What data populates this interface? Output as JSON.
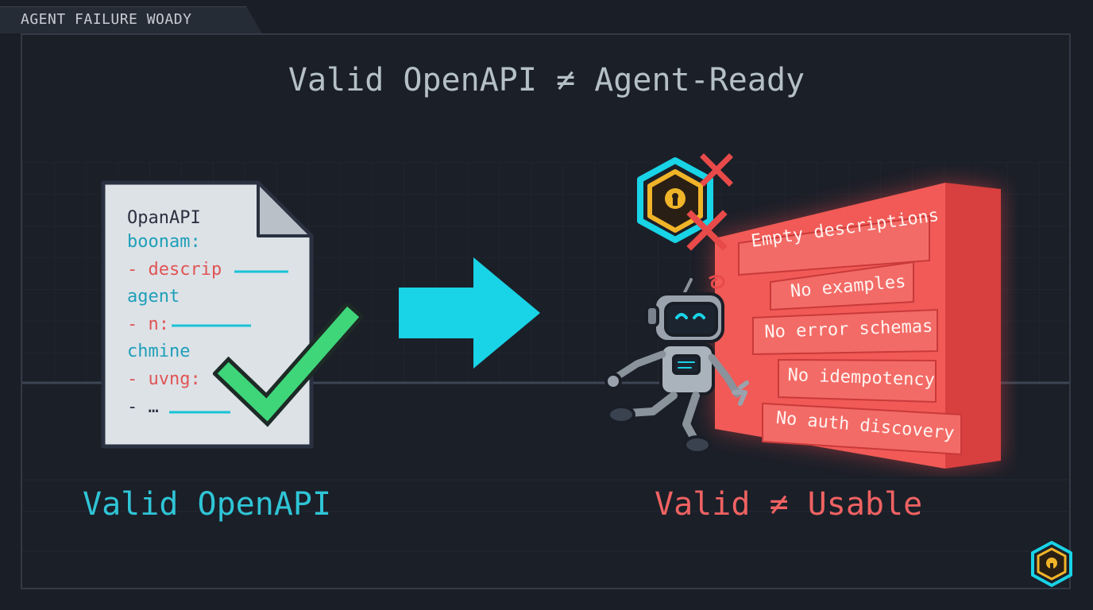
{
  "header": {
    "tab_label": "AGENT FAILURE WOADY"
  },
  "main": {
    "title": "Valid OpenAPI ≠ Agent-Ready",
    "left_label": "Valid OpenAPI",
    "right_label": "Valid ≠ Usable"
  },
  "document": {
    "lines": [
      "OpanAPI",
      "boonam:",
      "- descrip",
      "agent",
      "- n:",
      "chmine",
      "- uvng:",
      "- …"
    ]
  },
  "wall": {
    "bricks": [
      "Empty descriptions",
      "No examples",
      "No error schemas",
      "No idempotency",
      "No auth discovery"
    ]
  },
  "colors": {
    "background": "#1b1f28",
    "accent_cyan": "#19d3e6",
    "accent_green": "#3fd67a",
    "danger_red": "#f06262",
    "lock_yellow": "#f0b429"
  },
  "icons": [
    "document-icon",
    "checkmark-icon",
    "arrow-right-icon",
    "lock-hexagon-icon",
    "x-mark-icon",
    "robot-icon",
    "brick-wall-icon"
  ]
}
